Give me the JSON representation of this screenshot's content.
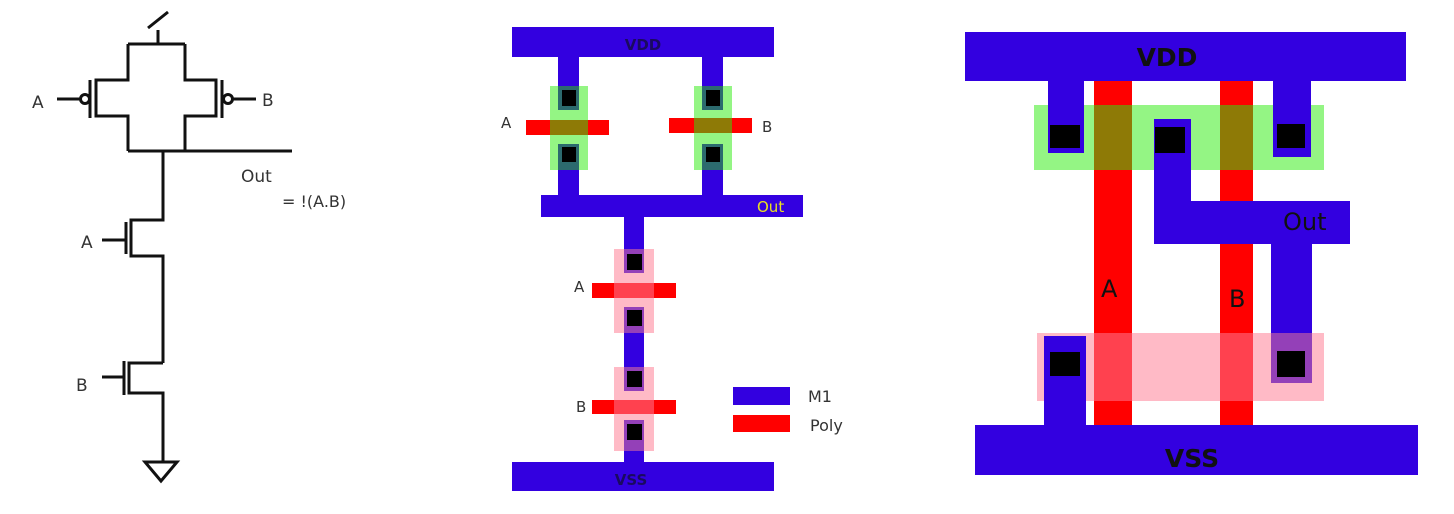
{
  "colors": {
    "metal1": "#3300e0",
    "poly": "#ff0000",
    "pdiff": "#94f584",
    "ndiff": "#ffbac6",
    "poly_over_pdiff": "#8e7a06",
    "poly_over_ndiff": "#ff414f",
    "metal_over_pdiff": "#2c6a6e",
    "metal_over_ndiff": "#9440b8",
    "contact": "#000000",
    "out_label_mid": "#e9e020"
  },
  "schematic": {
    "pmos_a_label": "A",
    "pmos_b_label": "B",
    "nmos_a_label": "A",
    "nmos_b_label": "B",
    "out_label": "Out",
    "expression": "= !(A.B)"
  },
  "stick_layout": {
    "vdd_label": "VDD",
    "vss_label": "VSS",
    "out_label": "Out",
    "pmos_a_label": "A",
    "pmos_b_label": "B",
    "nmos_a_label": "A",
    "nmos_b_label": "B",
    "legend": [
      {
        "label": "M1",
        "layer": "metal1"
      },
      {
        "label": "Poly",
        "layer": "poly"
      }
    ]
  },
  "compact_layout": {
    "vdd_label": "VDD",
    "vss_label": "VSS",
    "out_label": "Out",
    "poly_a_label": "A",
    "poly_b_label": "B"
  }
}
